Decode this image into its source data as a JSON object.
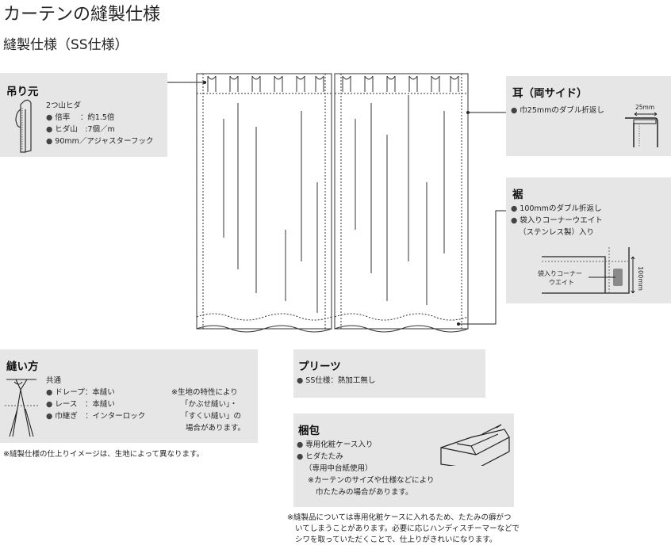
{
  "title": "カーテンの縫製仕様",
  "subtitle": "縫製仕様（SS仕様）",
  "tsurimoto": {
    "heading": "吊り元",
    "lines": [
      "2つ山ヒダ",
      "倍率　 ：約1.5倍",
      "ヒダ山　:7個／m",
      "90mm／アジャスターフック"
    ]
  },
  "mimi": {
    "heading": "耳（両サイド）",
    "lines": [
      "巾25mmのダブル折返し"
    ],
    "dim": "25mm"
  },
  "suso": {
    "heading": "裾",
    "lines": [
      "100mmのダブル折返し",
      "袋入りコーナーウエイト",
      "（ステンレス製）入り"
    ],
    "label1": "袋入りコーナー",
    "label2": "ウエイト",
    "dim": "100mm"
  },
  "nuikata": {
    "heading": "縫い方",
    "common": "共通",
    "lines": [
      "ドレープ：本縫い",
      "レース　：本縫い",
      "巾継ぎ　：インターロック"
    ],
    "note": [
      "※生地の特性により",
      "「かぶせ縫い」・",
      "「すくい縫い」の",
      "場合があります。"
    ]
  },
  "pleats": {
    "heading": "プリーツ",
    "lines": [
      "SS仕様：熱加工無し"
    ]
  },
  "konpo": {
    "heading": "梱包",
    "lines": [
      "専用化粧ケース入り",
      "ヒダたたみ",
      "（専用中台紙使用）",
      "※カーテンのサイズや仕様などにより",
      "巾たたみの場合があります。"
    ]
  },
  "note1": "※縫製仕様の仕上りイメージは、生地によって異なります。",
  "note2": [
    "※縫製品については専用化粧ケースに入れるため、たたみの癖がつ",
    "いてしまうことがあります。必要に応じハンディスチーマーなどで",
    "シワを取っていただくことで、仕上りがきれいになります。"
  ]
}
